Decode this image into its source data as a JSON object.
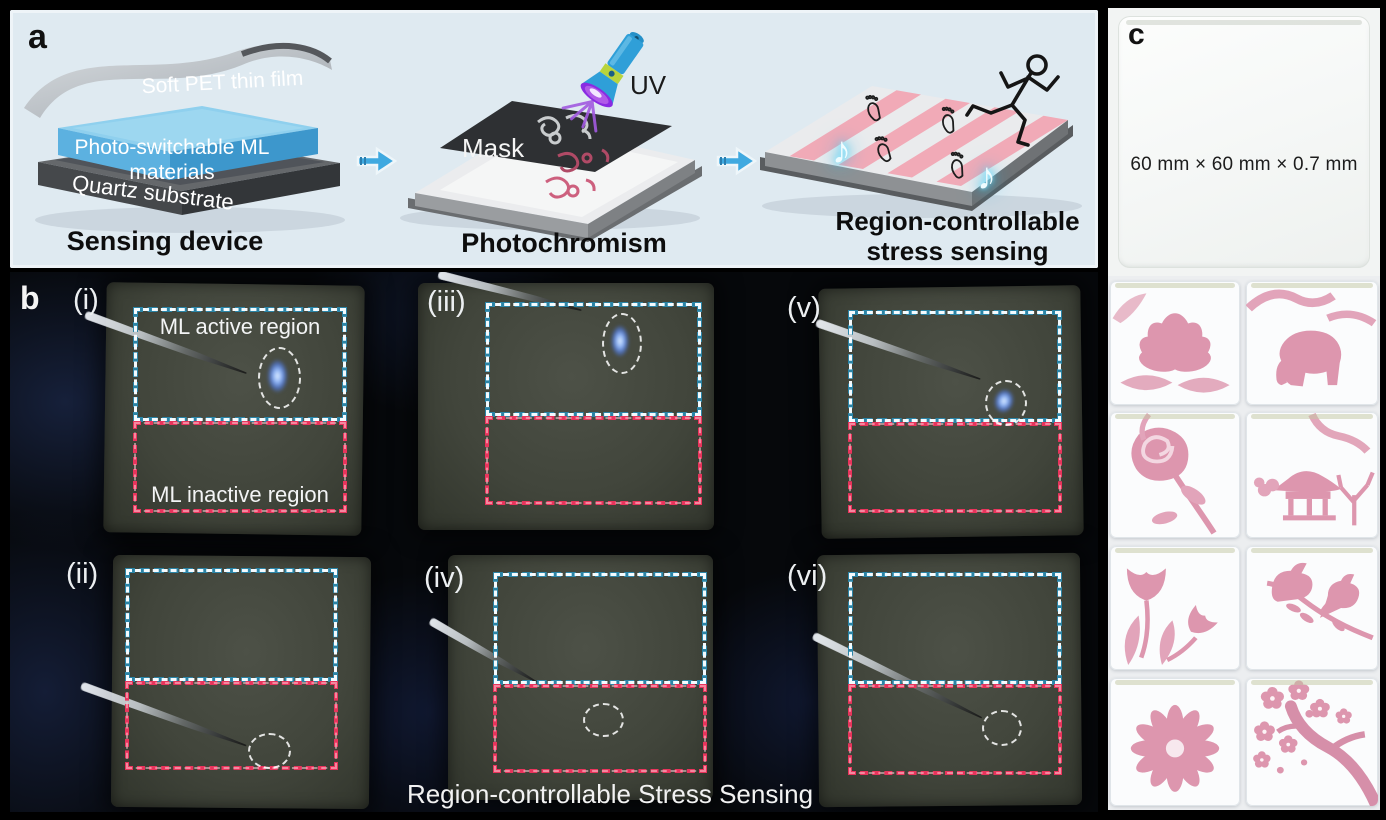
{
  "panel_a": {
    "label": "a",
    "sensing_device": {
      "film_label": "Soft PET thin film",
      "ml_label_line1": "Photo-switchable ML",
      "ml_label_line2": "materials",
      "substrate_label": "Quartz substrate",
      "caption": "Sensing device"
    },
    "photochromism": {
      "uv_label": "UV",
      "mask_label": "Mask",
      "caption": "Photochromism"
    },
    "stress_sensing": {
      "caption_line1": "Region-controllable",
      "caption_line2": "stress sensing"
    }
  },
  "panel_b": {
    "label": "b",
    "active_region_label": "ML active region",
    "inactive_region_label": "ML inactive region",
    "caption": "Region-controllable Stress Sensing",
    "cells": [
      {
        "id": "(i)"
      },
      {
        "id": "(iii)"
      },
      {
        "id": "(v)"
      },
      {
        "id": "(ii)"
      },
      {
        "id": "(iv)"
      },
      {
        "id": "(vi)"
      }
    ]
  },
  "panel_c": {
    "label": "c",
    "substrate_dimensions": "60 mm × 60 mm × 0.7 mm",
    "tile_patterns": [
      "lotus",
      "elephant",
      "rose",
      "pavilion landscape",
      "tulips",
      "birds on branch",
      "daisy",
      "plum blossom"
    ]
  },
  "icons": {
    "music_note": "♪"
  },
  "colors": {
    "panel_a_background": "#dfeaf1",
    "ml_active_border": "#2b84a6",
    "ml_inactive_border": "#e8345c",
    "glow_blue": "#6f9df0",
    "pattern_pink": "#dd96ae",
    "arrow_blue": "#3fa9e0"
  }
}
